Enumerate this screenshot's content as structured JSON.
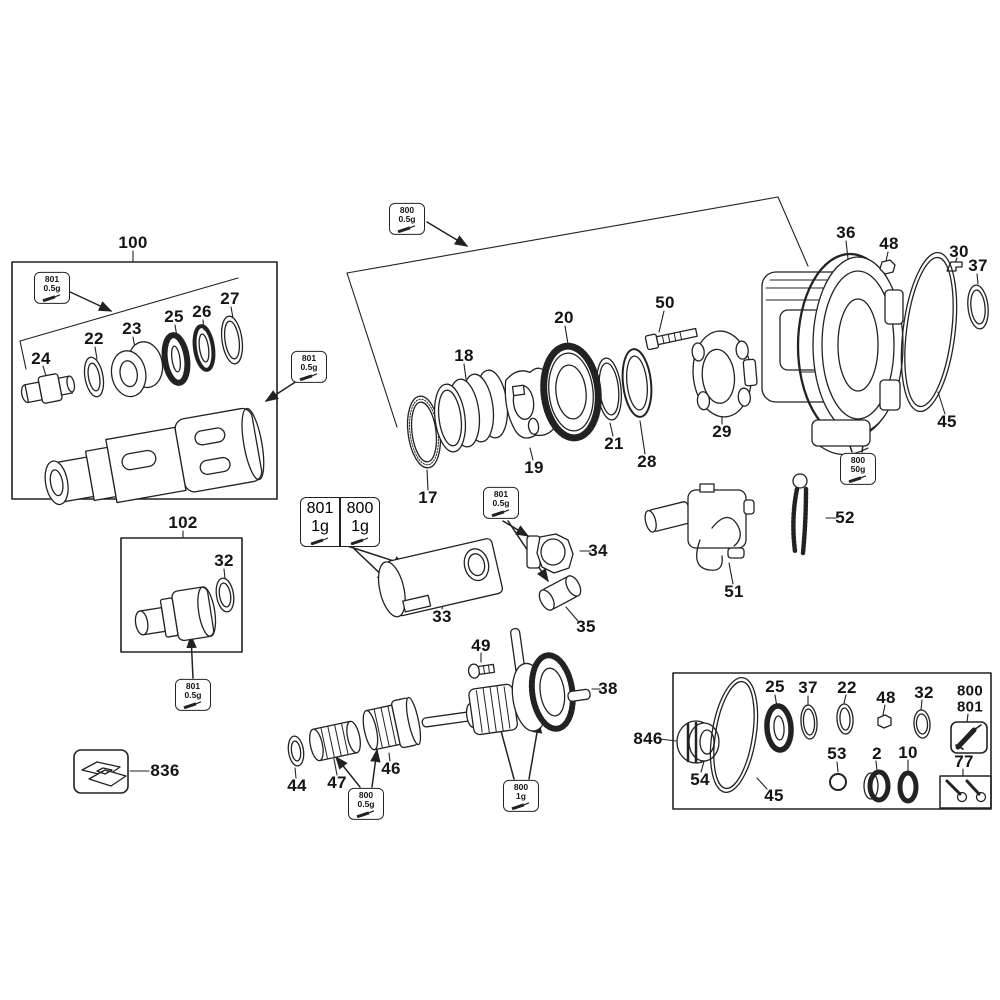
{
  "colors": {
    "line": "#222222",
    "background": "#ffffff",
    "text": "#141414"
  },
  "part_labels": {
    "n100": "100",
    "n102": "102",
    "n836": "836",
    "n17": "17",
    "n18": "18",
    "n19": "19",
    "n20": "20",
    "n21": "21",
    "n22_main": "22",
    "n23": "23",
    "n24": "24",
    "n25_main": "25",
    "n26": "26",
    "n27": "27",
    "n28": "28",
    "n29": "29",
    "n30": "30",
    "n32_main": "32",
    "n33": "33",
    "n34": "34",
    "n35": "35",
    "n36": "36",
    "n37_main": "37",
    "n38": "38",
    "n44": "44",
    "n45_main": "45",
    "n46": "46",
    "n47": "47",
    "n48_main": "48",
    "n49": "49",
    "n50": "50",
    "n51": "51",
    "n52": "52",
    "n53": "53",
    "n54": "54",
    "n77": "77",
    "n846": "846",
    "n2": "2",
    "n10": "10",
    "n22_kit": "22",
    "n25_kit": "25",
    "n32_kit": "32",
    "n37_kit": "37",
    "n45_kit": "45",
    "n48_kit": "48",
    "n800": "800",
    "n801": "801"
  },
  "grease_labels": {
    "box100_inner": {
      "code": "801",
      "amount": "0.5g"
    },
    "barrel": {
      "code": "801",
      "amount": "0.5g"
    },
    "ring_stack": {
      "code": "800",
      "amount": "0.5g"
    },
    "cyl33_left": {
      "code": "801",
      "amount": "1g"
    },
    "cyl33_right": {
      "code": "800",
      "amount": "1g"
    },
    "collar34": {
      "code": "801",
      "amount": "0.5g"
    },
    "couplings": {
      "code": "800",
      "amount": "0.5g"
    },
    "shaft38": {
      "code": "800",
      "amount": "1g"
    },
    "housing36": {
      "code": "800",
      "amount": "50g"
    },
    "spindle102": {
      "code": "801",
      "amount": "0.5g"
    }
  }
}
